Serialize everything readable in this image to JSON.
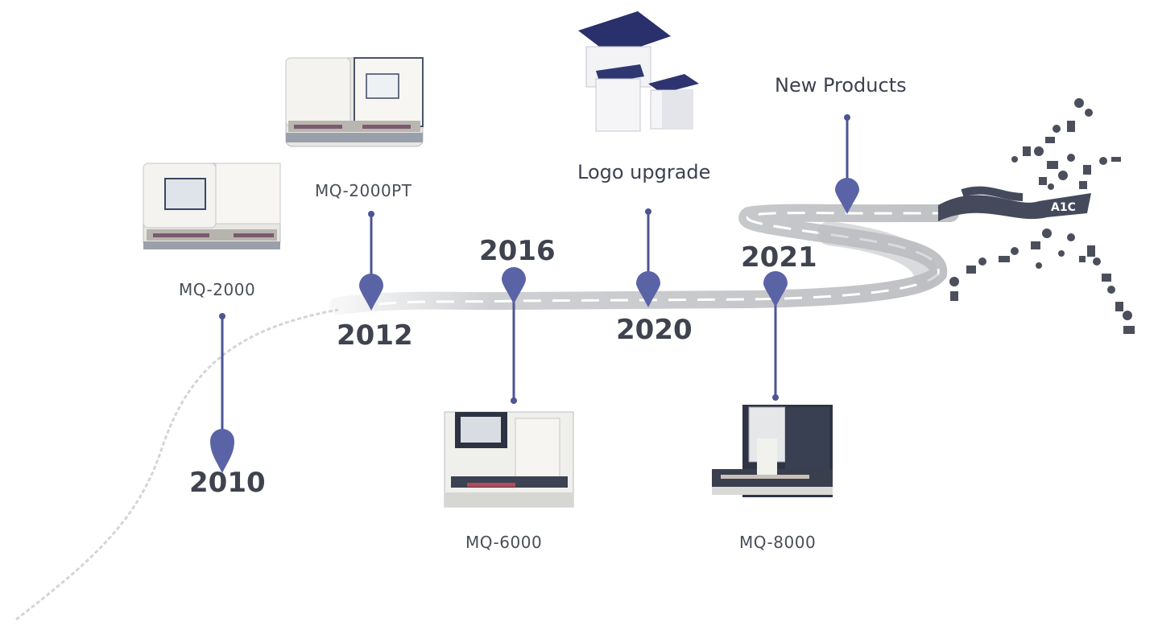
{
  "milestones": [
    {
      "year": "2010",
      "label": "MQ-2000",
      "illustration": "analyzer-mq-2000"
    },
    {
      "year": "2012",
      "label": "MQ-2000PT",
      "illustration": "analyzer-mq-2000pt"
    },
    {
      "year": "2016",
      "label": "MQ-6000",
      "illustration": "analyzer-mq-6000"
    },
    {
      "year": "2020",
      "label": "Logo upgrade",
      "illustration": "packaging-boxes"
    },
    {
      "year": "2021",
      "label": "MQ-8000",
      "illustration": "analyzer-mq-8000"
    },
    {
      "year": "",
      "label": "New Products",
      "illustration": "runner-figure"
    }
  ],
  "runner": {
    "banner_text": "A1C"
  },
  "colors": {
    "pin": "#5a63a6",
    "pin_stem": "#4d5592",
    "road": "#c4c6c9",
    "road_dash": "#ffffff",
    "text": "#3e4350"
  }
}
